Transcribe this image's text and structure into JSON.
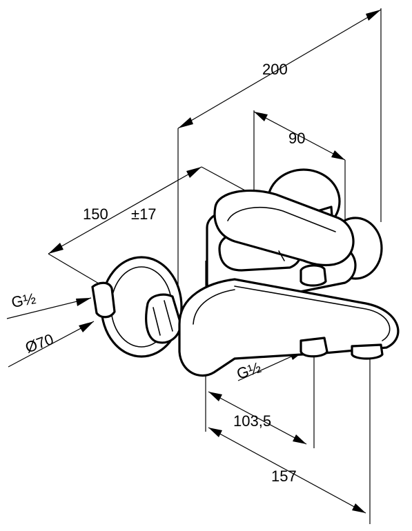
{
  "dimensions": {
    "width_total": "200",
    "depth_handle": "90",
    "projection": "150",
    "tolerance": "±17",
    "thread_wall": "G½",
    "escutcheon_diameter": "Ø70",
    "thread_outlet": "G½",
    "axis_to_outlet": "103,5",
    "axis_to_spout": "157"
  }
}
